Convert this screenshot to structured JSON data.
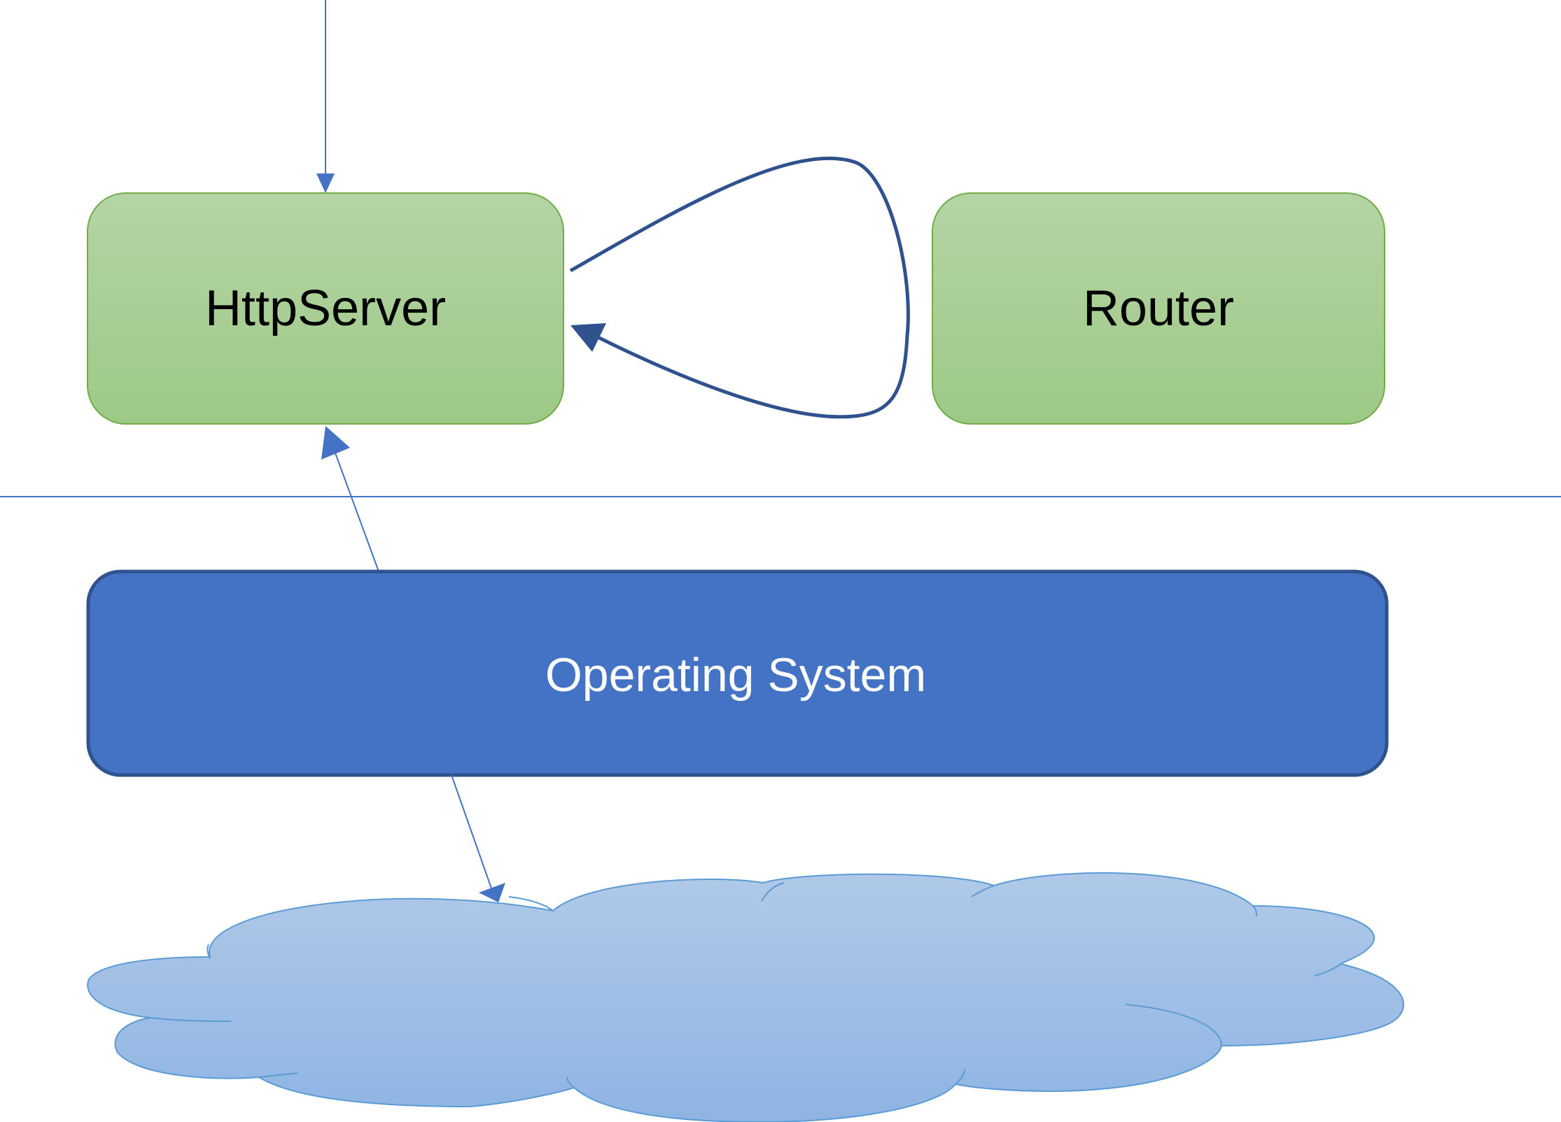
{
  "diagram": {
    "nodes": {
      "http_server": {
        "label": "HttpServer",
        "fill_top": "#b5d4a5",
        "fill_bottom": "#9dc986",
        "stroke": "#70ad47",
        "text_color": "#000000"
      },
      "router": {
        "label": "Router",
        "fill_top": "#b5d4a5",
        "fill_bottom": "#9dc986",
        "stroke": "#70ad47",
        "text_color": "#000000"
      },
      "operating_system": {
        "label": "Operating System",
        "fill": "#4472c4",
        "stroke": "#2f528f",
        "text_color": "#ffffff"
      },
      "network_cloud": {
        "label": "",
        "fill_top": "#b0c9e8",
        "fill_bottom": "#8eb4e3",
        "stroke": "#5b9bd5"
      }
    },
    "edges": [
      {
        "from": "external",
        "to": "http_server",
        "color": "#4472c4"
      },
      {
        "from": "http_server",
        "to": "http_server",
        "type": "self-loop",
        "color": "#2f528f"
      },
      {
        "from": "operating_system",
        "to": "http_server",
        "color": "#4472c4"
      },
      {
        "from": "operating_system",
        "to": "network_cloud",
        "color": "#4472c4"
      }
    ],
    "divider_color": "#4472c4"
  }
}
